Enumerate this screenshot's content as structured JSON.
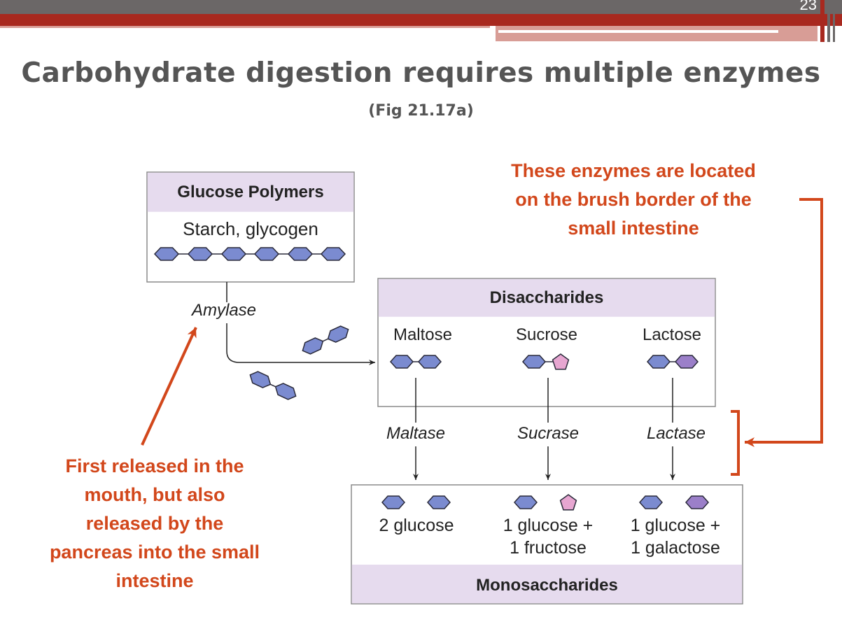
{
  "slide": {
    "number": "23"
  },
  "title": "Carbohydrate digestion requires multiple enzymes",
  "subtitle": "(Fig 21.17a)",
  "colors": {
    "accent": "#d2471b",
    "box_header": "#e6dbee",
    "glucose": "#7b8bd0",
    "fructose": "#e7a6d1",
    "galactose": "#9b7fc9"
  },
  "polymers": {
    "header": "Glucose Polymers",
    "body": "Starch, glycogen"
  },
  "amylase": "Amylase",
  "disaccharides": {
    "header": "Disaccharides",
    "items": [
      "Maltose",
      "Sucrose",
      "Lactose"
    ]
  },
  "enzymes": [
    "Maltase",
    "Sucrase",
    "Lactase"
  ],
  "monosaccharides": {
    "footer": "Monosaccharides",
    "items": [
      {
        "line1": "2 glucose",
        "line2": ""
      },
      {
        "line1": "1 glucose +",
        "line2": "1 fructose"
      },
      {
        "line1": "1 glucose +",
        "line2": "1 galactose"
      }
    ]
  },
  "annotations": {
    "brush_border": [
      "These enzymes are located",
      "on the brush border of the",
      "small intestine"
    ],
    "mouth": [
      "First released in the",
      "mouth, but also",
      "released by the",
      "pancreas into the small",
      "intestine"
    ]
  }
}
